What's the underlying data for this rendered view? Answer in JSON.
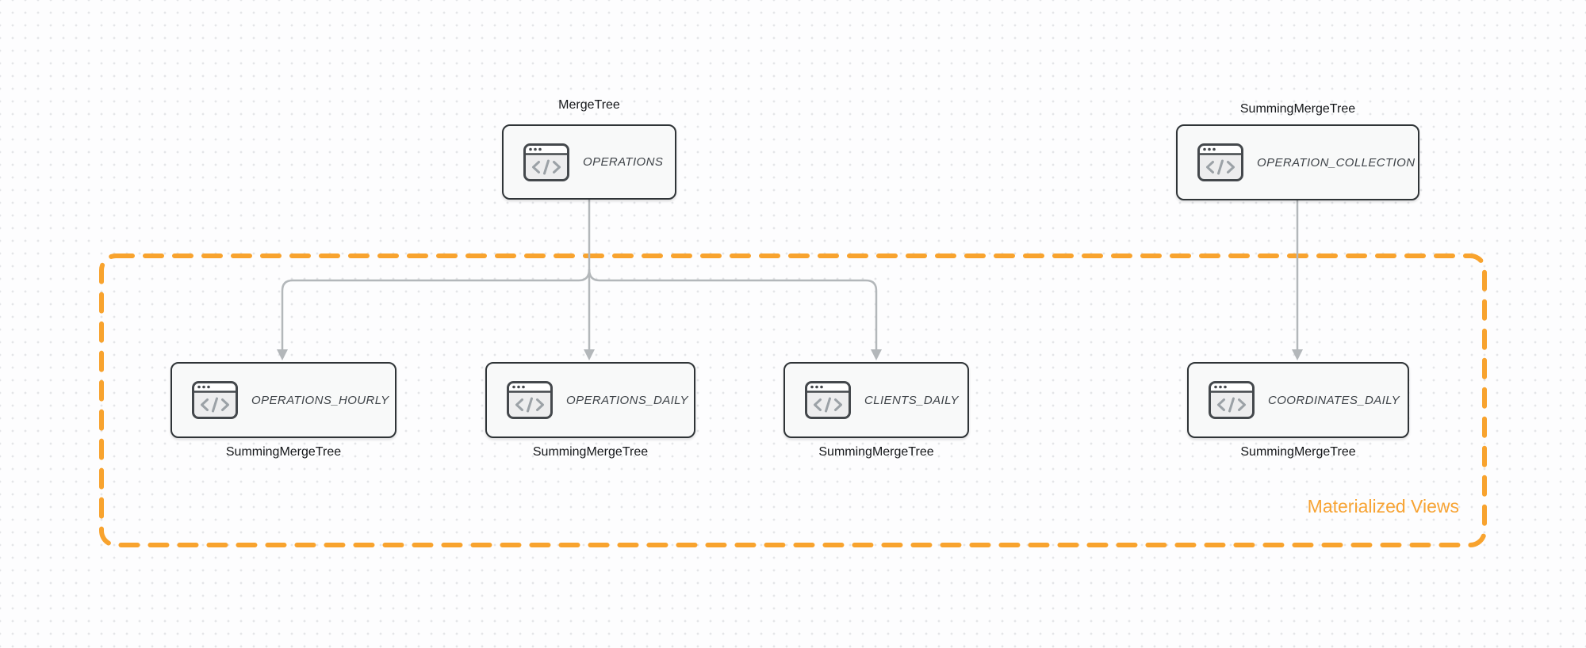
{
  "nodes": {
    "operations": {
      "name": "OPERATIONS",
      "engine": "MergeTree"
    },
    "operation_collection": {
      "name": "OPERATION_COLLECTION",
      "engine": "SummingMergeTree"
    },
    "operations_hourly": {
      "name": "OPERATIONS_HOURLY",
      "engine": "SummingMergeTree"
    },
    "operations_daily": {
      "name": "OPERATIONS_DAILY",
      "engine": "SummingMergeTree"
    },
    "clients_daily": {
      "name": "CLIENTS_DAILY",
      "engine": "SummingMergeTree"
    },
    "coordinates_daily": {
      "name": "COORDINATES_DAILY",
      "engine": "SummingMergeTree"
    }
  },
  "group": {
    "label": "Materialized Views"
  },
  "edges": [
    {
      "from": "operations",
      "to": "operations_hourly"
    },
    {
      "from": "operations",
      "to": "operations_daily"
    },
    {
      "from": "operations",
      "to": "clients_daily"
    },
    {
      "from": "operation_collection",
      "to": "coordinates_daily"
    }
  ],
  "icons": {
    "node_icon": "code-window-icon"
  },
  "colors": {
    "accent_orange": "#F8A32E",
    "node_border": "#2f3437",
    "node_fill": "#f8f9f9",
    "arrow_gray": "#b3b7ba",
    "text_primary": "#141619",
    "node_text": "#3f4449",
    "dot_grid": "#e4e5e8"
  }
}
